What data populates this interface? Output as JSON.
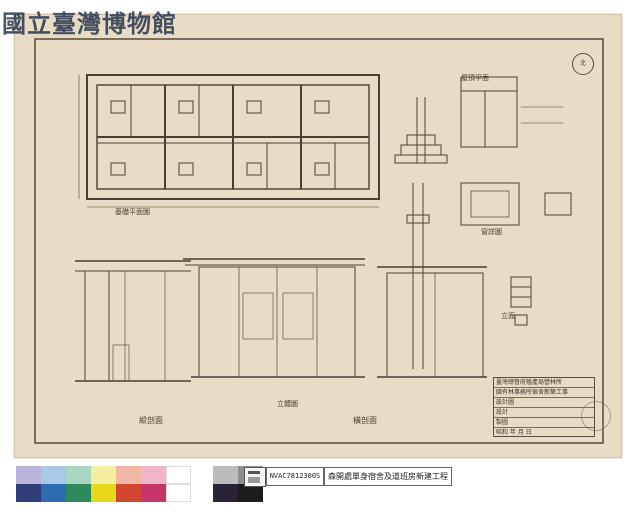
{
  "watermark": {
    "text": "國立臺灣博物館"
  },
  "drawing": {
    "section_label_1": "縱剖面",
    "section_label_2": "橫剖面",
    "sub_label": "立體圖",
    "labels": [
      "基礎平面圖",
      "屋頂平面",
      "窗詳圖",
      "立面"
    ],
    "title_block": {
      "line1": "臺灣總督府殖產局營林所",
      "line2": "國有林事務所宿舍新築工事",
      "line3": "設計圖",
      "line4": "設計",
      "line5": "製圖",
      "line6": "昭和 年 月 日"
    },
    "north_mark": "北"
  },
  "footer": {
    "catalog_id": "NVAC7812300S",
    "document_title": "森開處單身宿舍及道班房新建工程"
  },
  "colors": {
    "paper": "#e9dcc4",
    "ink": "#4a3f35",
    "swatches_top": [
      "#b9b4d8",
      "#a9c8e8",
      "#a9d6c2",
      "#f3ef9e",
      "#f1b7a6",
      "#efb5c9",
      "#ffffff",
      "#bdbcbc",
      "#8e8e8e"
    ],
    "swatches_bottom": [
      "#2f3d7a",
      "#2f6bb0",
      "#2c8a5c",
      "#e8d81c",
      "#d2462f",
      "#c6346c",
      "#ffffff",
      "#2a2236",
      "#1c1c1c"
    ]
  }
}
